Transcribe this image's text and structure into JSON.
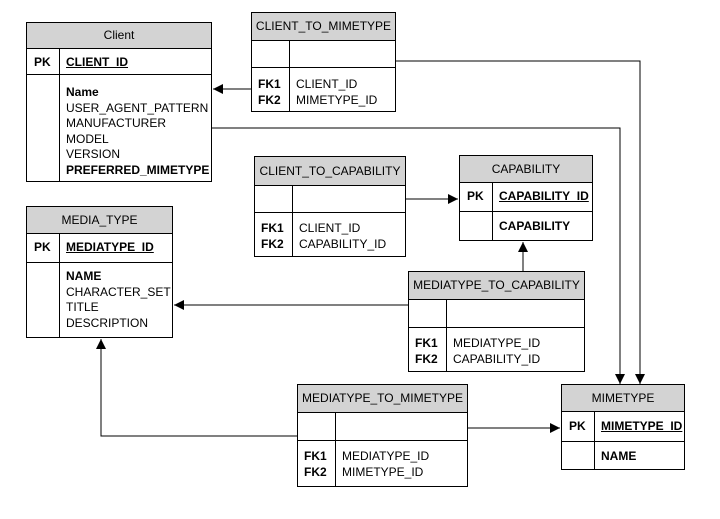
{
  "entities": {
    "client": {
      "title": "Client",
      "pk_label": "PK",
      "pk_field": "CLIENT_ID",
      "attributes": [
        "Name",
        "USER_AGENT_PATTERN",
        "MANUFACTURER",
        "MODEL",
        "VERSION",
        "PREFERRED_MIMETYPE"
      ]
    },
    "client_to_mimetype": {
      "title": "CLIENT_TO_MIMETYPE",
      "fk1_label": "FK1",
      "fk2_label": "FK2",
      "fk1_field": "CLIENT_ID",
      "fk2_field": "MIMETYPE_ID"
    },
    "client_to_capability": {
      "title": "CLIENT_TO_CAPABILITY",
      "fk1_label": "FK1",
      "fk2_label": "FK2",
      "fk1_field": "CLIENT_ID",
      "fk2_field": "CAPABILITY_ID"
    },
    "capability": {
      "title": "CAPABILITY",
      "pk_label": "PK",
      "pk_field": "CAPABILITY_ID",
      "attribute": "CAPABILITY"
    },
    "media_type": {
      "title": "MEDIA_TYPE",
      "pk_label": "PK",
      "pk_field": "MEDIATYPE_ID",
      "attributes": [
        "NAME",
        "CHARACTER_SET",
        "TITLE",
        "DESCRIPTION"
      ]
    },
    "mediatype_to_capability": {
      "title": "MEDIATYPE_TO_CAPABILITY",
      "fk1_label": "FK1",
      "fk2_label": "FK2",
      "fk1_field": "MEDIATYPE_ID",
      "fk2_field": "CAPABILITY_ID"
    },
    "mediatype_to_mimetype": {
      "title": "MEDIATYPE_TO_MIMETYPE",
      "fk1_label": "FK1",
      "fk2_label": "FK2",
      "fk1_field": "MEDIATYPE_ID",
      "fk2_field": "MIMETYPE_ID"
    },
    "mimetype": {
      "title": "MIMETYPE",
      "pk_label": "PK",
      "pk_field": "MIMETYPE_ID",
      "attribute": "NAME"
    }
  },
  "relationships": [
    {
      "from": "client_to_mimetype",
      "to": "client"
    },
    {
      "from": "client_to_mimetype",
      "to": "mimetype"
    },
    {
      "from": "client",
      "to": "mimetype"
    },
    {
      "from": "client_to_capability",
      "to": "capability"
    },
    {
      "from": "mediatype_to_capability",
      "to": "capability"
    },
    {
      "from": "mediatype_to_capability",
      "to": "media_type"
    },
    {
      "from": "mediatype_to_mimetype",
      "to": "media_type"
    },
    {
      "from": "mediatype_to_mimetype",
      "to": "mimetype"
    }
  ]
}
